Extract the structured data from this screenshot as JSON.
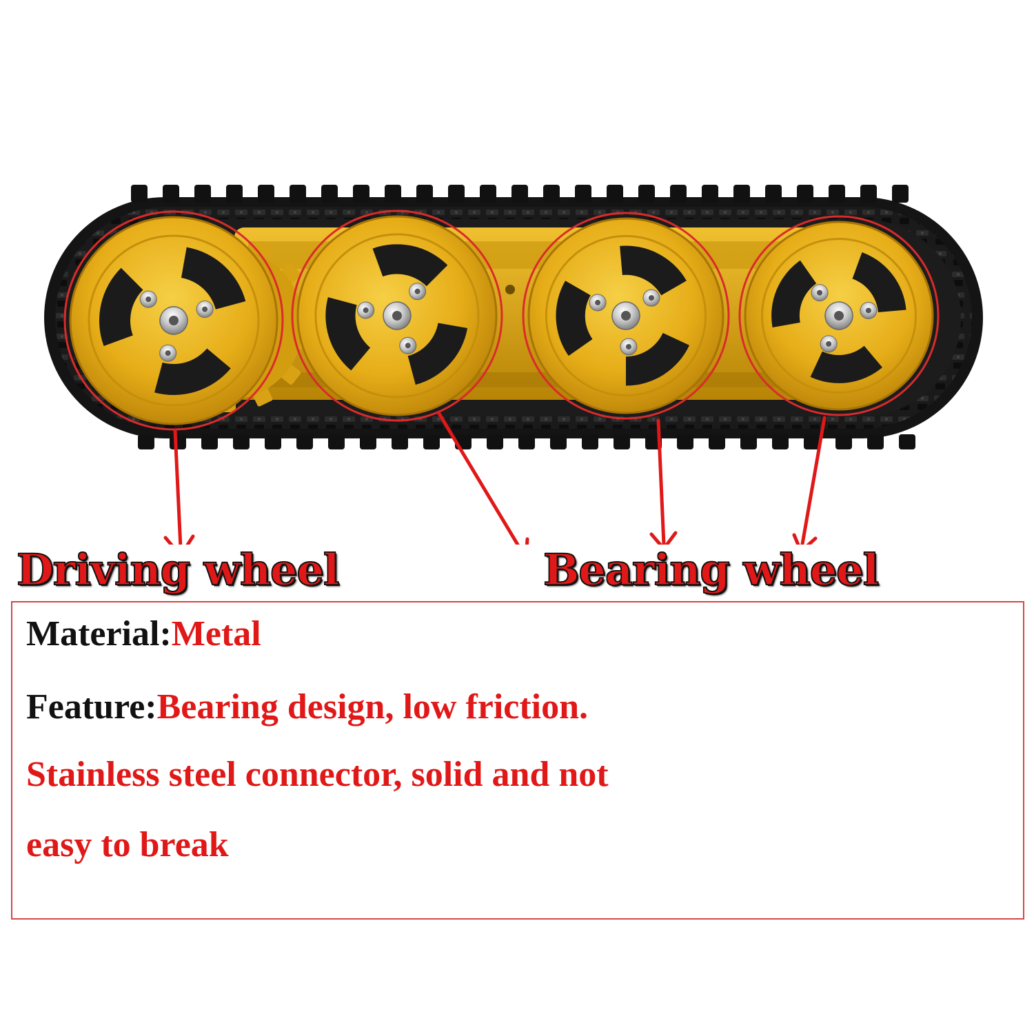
{
  "callouts": {
    "driving": "Driving wheel",
    "bearing": "Bearing wheel"
  },
  "specs": {
    "material_label": "Material:",
    "material_value": "Metal",
    "feature_label": "Feature:",
    "feature_value": "Bearing design, low friction.",
    "note_line_1": "Stainless steel connector, solid and not",
    "note_line_2": "easy to break"
  },
  "colors": {
    "accent_red": "#e01818",
    "track_black": "#161616",
    "wheel_gold": "#e8b21c",
    "frame_gold": "#d9a313",
    "highlight_circle": "#d92b2b",
    "text_black": "#111111"
  },
  "icons": {
    "drive_sprocket": "sprocket-wheel",
    "bearing_wheels": "bearing-wheel",
    "arrows": "down-arrow"
  }
}
